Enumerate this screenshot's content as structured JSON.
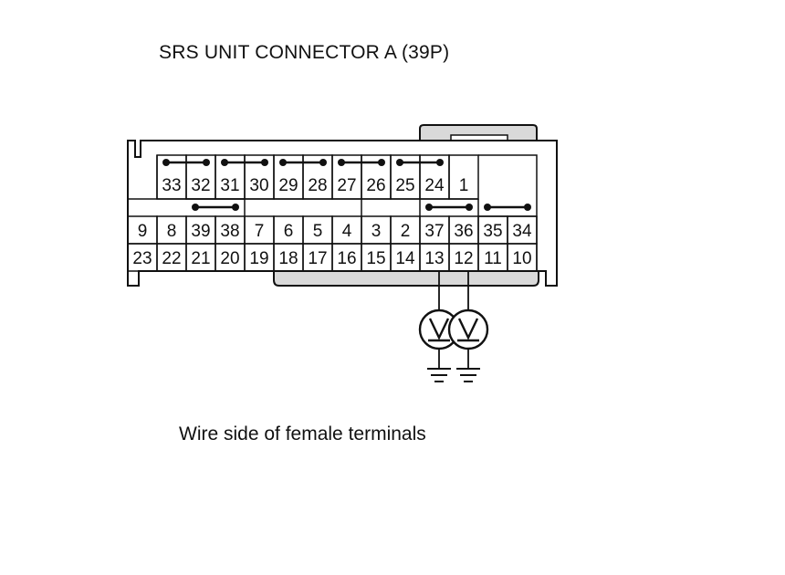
{
  "title": "SRS UNIT CONNECTOR A (39P)",
  "caption": "Wire side of female terminals",
  "connector": {
    "rows": [
      {
        "name": "top",
        "pins": [
          "33",
          "32",
          "31",
          "30",
          "29",
          "28",
          "27",
          "26",
          "25",
          "24",
          "1"
        ]
      },
      {
        "name": "middle",
        "pins": [
          "9",
          "8",
          "39",
          "38",
          "7",
          "6",
          "5",
          "4",
          "3",
          "2",
          "37",
          "36",
          "35",
          "34"
        ]
      },
      {
        "name": "bottom",
        "pins": [
          "23",
          "22",
          "21",
          "20",
          "19",
          "18",
          "17",
          "16",
          "15",
          "14",
          "13",
          "12",
          "11",
          "10"
        ]
      }
    ],
    "shorting_bars": [
      [
        "33",
        "32"
      ],
      [
        "31",
        "30"
      ],
      [
        "29",
        "28"
      ],
      [
        "27",
        "26"
      ],
      [
        "25",
        "24"
      ],
      [
        "39",
        "38"
      ],
      [
        "37",
        "36"
      ],
      [
        "35",
        "34"
      ]
    ]
  },
  "probes": [
    {
      "terminal": "13",
      "meter": "voltmeter-icon",
      "reference": "ground-icon"
    },
    {
      "terminal": "12",
      "meter": "voltmeter-icon",
      "reference": "ground-icon"
    }
  ]
}
